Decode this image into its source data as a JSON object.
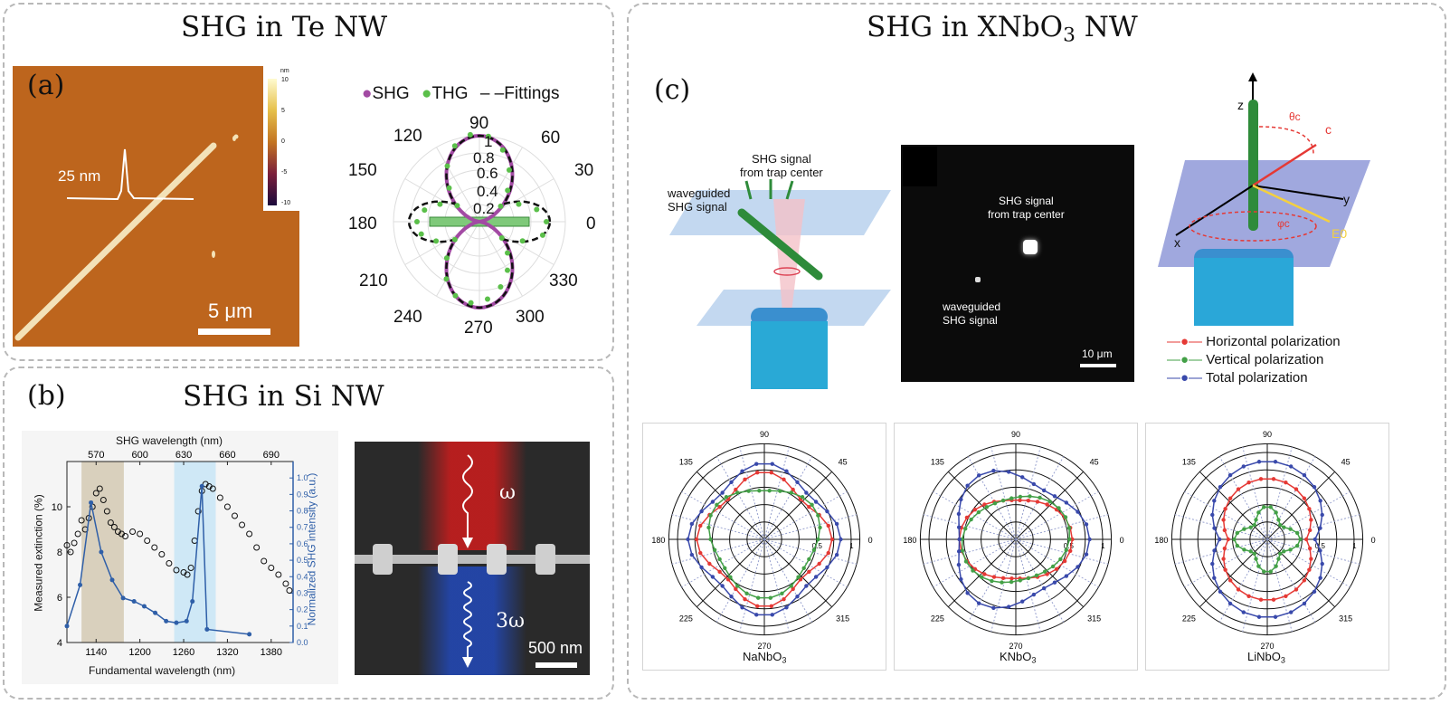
{
  "panels": {
    "te": {
      "title": "SHG in Te NW",
      "label": "(a)"
    },
    "si": {
      "title": "SHG in Si NW",
      "label": "(b)"
    },
    "xnbo3": {
      "title_main": "SHG in XNbO",
      "title_sub": "3",
      "title_tail": " NW",
      "label": "(c)"
    }
  },
  "afm": {
    "height_label": "25 nm",
    "scale_label": "5 μm",
    "colorbar_unit": "nm",
    "colorbar_ticks": [
      "10",
      "5",
      "0",
      "-5",
      "-10"
    ]
  },
  "polar_a": {
    "legend": [
      "SHG",
      "THG",
      "Fittings"
    ],
    "radial_ticks": [
      "1",
      "0.8",
      "0.6",
      "0.4",
      "0.2"
    ],
    "angles": [
      "90",
      "60",
      "30",
      "0",
      "330",
      "300",
      "270",
      "240",
      "210",
      "180",
      "150",
      "120"
    ],
    "colors": {
      "shg": "#a24aa3",
      "thg": "#5bbf4a",
      "fit": "#111111"
    }
  },
  "chart_data": {
    "type": "scatter",
    "xlabel": "Fundamental wavelength (nm)",
    "x2label": "SHG wavelength (nm)",
    "ylabel": "Measured extinction (%)",
    "y2label": "Normalized SHG intensity (a.u.)",
    "xlim": [
      1100,
      1410
    ],
    "ylim": [
      4,
      12
    ],
    "y2lim": [
      0,
      1.1
    ],
    "x_ticks": [
      "1140",
      "1200",
      "1260",
      "1320",
      "1380"
    ],
    "x2_ticks": [
      "570",
      "600",
      "630",
      "660",
      "690"
    ],
    "y_ticks": [
      "4",
      "6",
      "8",
      "10"
    ],
    "y2_ticks": [
      "0.0",
      "0.1",
      "0.2",
      "0.3",
      "0.4",
      "0.5",
      "0.6",
      "0.7",
      "0.8",
      "0.9",
      "1.0"
    ],
    "bands": [
      {
        "from": 1120,
        "to": 1178,
        "color": "#d9d0bd"
      },
      {
        "from": 1247,
        "to": 1304,
        "color": "#cfe8f6"
      }
    ],
    "series": [
      {
        "axis": "left",
        "style": "open-circle",
        "x": [
          1100,
          1105,
          1110,
          1115,
          1120,
          1125,
          1130,
          1135,
          1140,
          1145,
          1150,
          1155,
          1160,
          1165,
          1170,
          1175,
          1180,
          1190,
          1200,
          1210,
          1220,
          1230,
          1240,
          1250,
          1260,
          1265,
          1270,
          1275,
          1280,
          1285,
          1290,
          1295,
          1300,
          1310,
          1320,
          1330,
          1340,
          1350,
          1360,
          1370,
          1380,
          1390,
          1400,
          1405
        ],
        "y": [
          8.3,
          8.0,
          8.4,
          8.8,
          9.4,
          9.0,
          9.5,
          10.0,
          10.6,
          10.8,
          10.3,
          9.8,
          9.3,
          9.1,
          8.9,
          8.8,
          8.7,
          8.9,
          8.8,
          8.5,
          8.2,
          7.9,
          7.5,
          7.2,
          7.1,
          7.0,
          7.3,
          8.5,
          9.8,
          10.7,
          11.0,
          10.9,
          10.8,
          10.4,
          10.0,
          9.6,
          9.2,
          8.8,
          8.2,
          7.6,
          7.3,
          7.0,
          6.6,
          6.3
        ]
      },
      {
        "axis": "right",
        "style": "line-dot",
        "color": "#2f5fa8",
        "x": [
          1100,
          1118,
          1133,
          1147,
          1162,
          1177,
          1192,
          1206,
          1221,
          1236,
          1250,
          1264,
          1272,
          1285,
          1292,
          1350
        ],
        "y": [
          0.1,
          0.35,
          0.85,
          0.55,
          0.38,
          0.27,
          0.25,
          0.22,
          0.18,
          0.13,
          0.12,
          0.13,
          0.25,
          0.95,
          0.08,
          0.05
        ]
      }
    ]
  },
  "sem": {
    "omega": "ω",
    "three_omega": "3ω",
    "scale_label": "500 nm"
  },
  "schematic": {
    "top_label_l1": "SHG signal",
    "top_label_l2": "from trap center",
    "left_label_l1": "waveguided",
    "left_label_l2": "SHG signal"
  },
  "dark_image": {
    "label1_l1": "SHG signal",
    "label1_l2": "from trap center",
    "label2_l1": "waveguided",
    "label2_l2": "SHG signal",
    "scale_label": "10 μm"
  },
  "axes_schematic": {
    "z": "z",
    "y": "y",
    "x": "x",
    "c": "c",
    "theta": "θc",
    "phi": "φc",
    "e0": "E0"
  },
  "legend_c": [
    {
      "label": "Horizontal polarization",
      "color": "#e53935"
    },
    {
      "label": "Vertical polarization",
      "color": "#43a047"
    },
    {
      "label": "Total polarization",
      "color": "#3949ab"
    }
  ],
  "polar_small": {
    "angles": [
      "90",
      "45",
      "0",
      "315",
      "270",
      "225",
      "180",
      "135"
    ],
    "ticks": [
      "0.5",
      "1"
    ],
    "plots": [
      {
        "name": "NaNbO",
        "sub": "3"
      },
      {
        "name": "KNbO",
        "sub": "3"
      },
      {
        "name": "LiNbO",
        "sub": "3"
      }
    ]
  }
}
